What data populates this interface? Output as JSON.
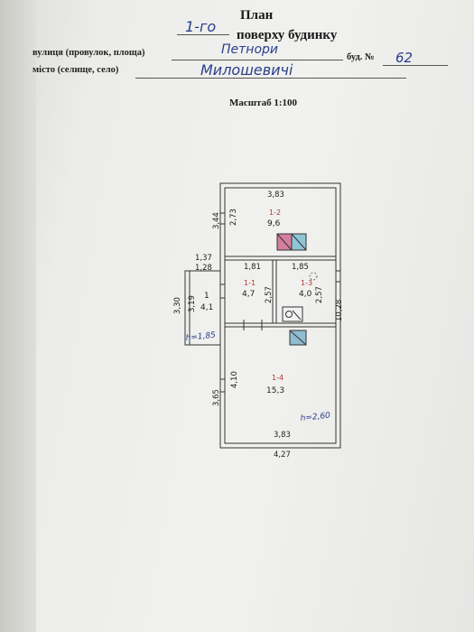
{
  "header": {
    "title_line1": "План",
    "floor_handwritten": "1-го",
    "title_line2": "поверху будинку",
    "street_label": "вулиця (провулок, площа)",
    "street_value": "Петнори",
    "building_label": "буд. №",
    "building_value": "62",
    "city_label": "місто (селище, село)",
    "city_value": "Милошевичі",
    "scale": "Масштаб 1:100"
  },
  "plan": {
    "rooms": [
      {
        "id": "1-2",
        "area": "9,6"
      },
      {
        "id": "1-1",
        "area": "4,7"
      },
      {
        "id": "1-3",
        "area": "4,0"
      },
      {
        "id": "1-4",
        "area": "15,3"
      },
      {
        "id": "1",
        "area": "4,1"
      }
    ],
    "dimensions": {
      "top_width": "3,83",
      "overall_height_upper": "3,44",
      "room2_height": "2,73",
      "porch_outer": "1,37",
      "porch_inner": "1,28",
      "room1_width": "1,81",
      "room3_width": "1,85",
      "room1_height": "2,57",
      "room3_height": "2,57",
      "right_total": "10,28",
      "porch_height_outer": "3,30",
      "porch_height_inner": "3,19",
      "room4_height_inner": "4,10",
      "room4_height_outer": "3,65",
      "bottom_inner": "3,83",
      "bottom_outer": "4,27"
    },
    "ceiling_porch": "h=1,85",
    "ceiling_main": "h=2,60"
  }
}
